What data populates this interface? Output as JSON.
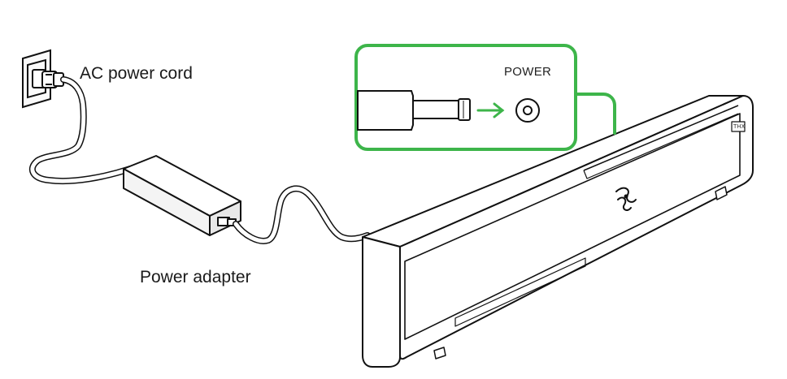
{
  "labels": {
    "ac_power_cord": "AC power cord",
    "power_adapter": "Power adapter",
    "power_port": "POWER",
    "thx_badge": "THX"
  },
  "colors": {
    "highlight": "#3db54a",
    "line": "#111111",
    "background": "#ffffff"
  },
  "icons": {
    "logo": "razer-snake-logo-icon",
    "arrow": "arrow-right-icon"
  }
}
